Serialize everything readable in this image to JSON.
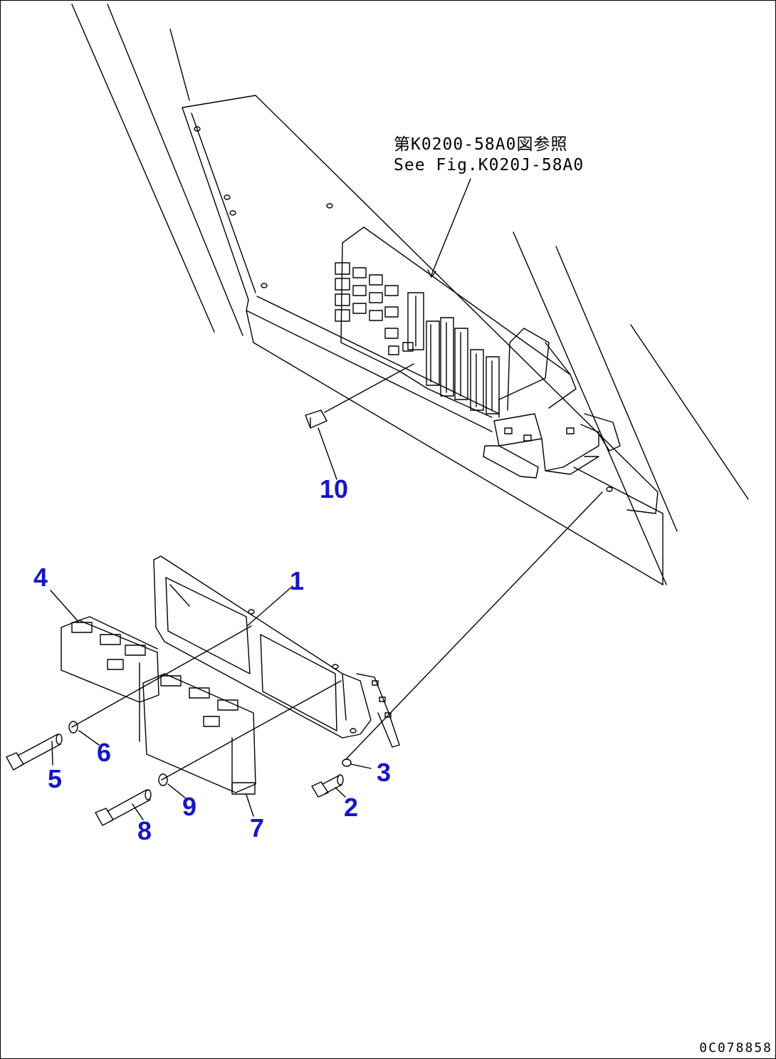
{
  "reference_note": {
    "line1": "第K0200-58A0図参照",
    "line2": "See Fig.K020J-58A0"
  },
  "callouts": {
    "c1": "1",
    "c2": "2",
    "c3": "3",
    "c4": "4",
    "c5": "5",
    "c6": "6",
    "c7": "7",
    "c8": "8",
    "c9": "9",
    "c10": "10"
  },
  "drawing_id": "0C078858",
  "colors": {
    "callout": "#1515c8",
    "line": "#000000"
  }
}
